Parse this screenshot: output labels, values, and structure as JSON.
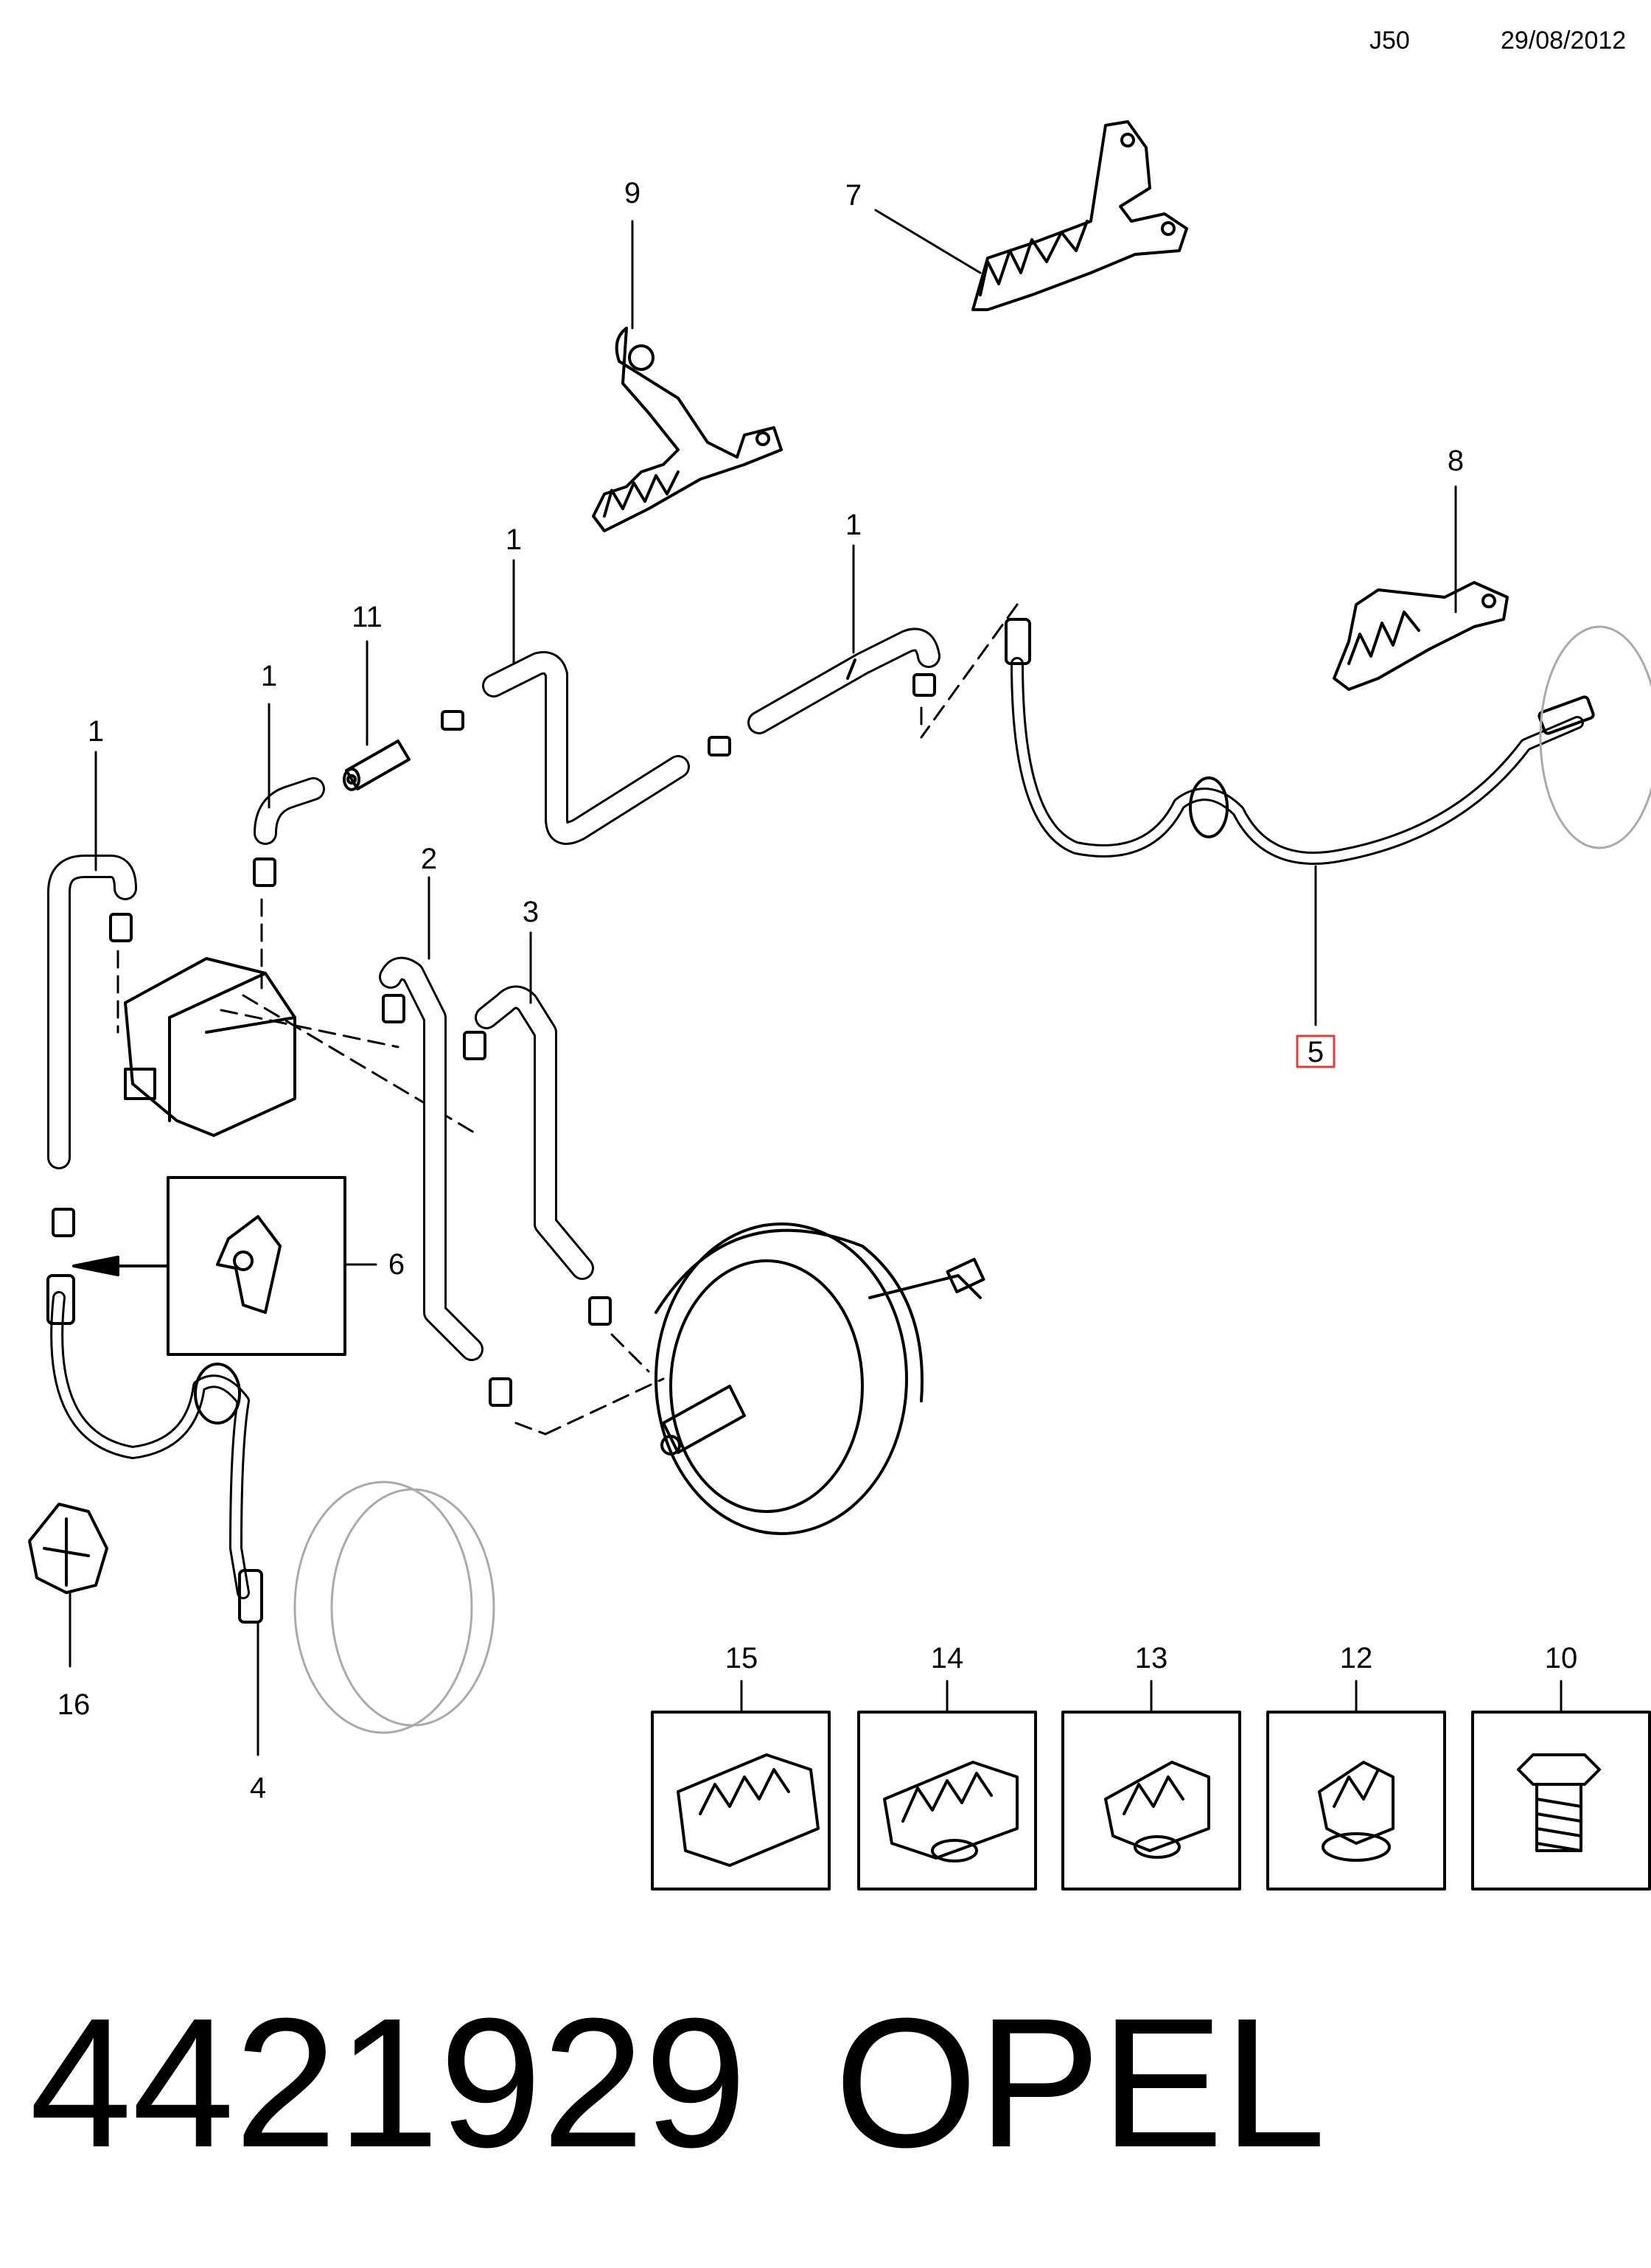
{
  "header": {
    "code": "J50",
    "date": "29/08/2012"
  },
  "callouts": {
    "c1a": "1",
    "c1b": "1",
    "c1c": "1",
    "c1d": "1",
    "c2": "2",
    "c3": "3",
    "c4": "4",
    "c5": "5",
    "c6": "6",
    "c7": "7",
    "c8": "8",
    "c9": "9",
    "c10": "10",
    "c11": "11",
    "c12": "12",
    "c13": "13",
    "c14": "14",
    "c15": "15",
    "c16": "16"
  },
  "highlight_color": "#e03c3c",
  "footer": {
    "part_number": "4421929",
    "brand": "OPEL"
  }
}
